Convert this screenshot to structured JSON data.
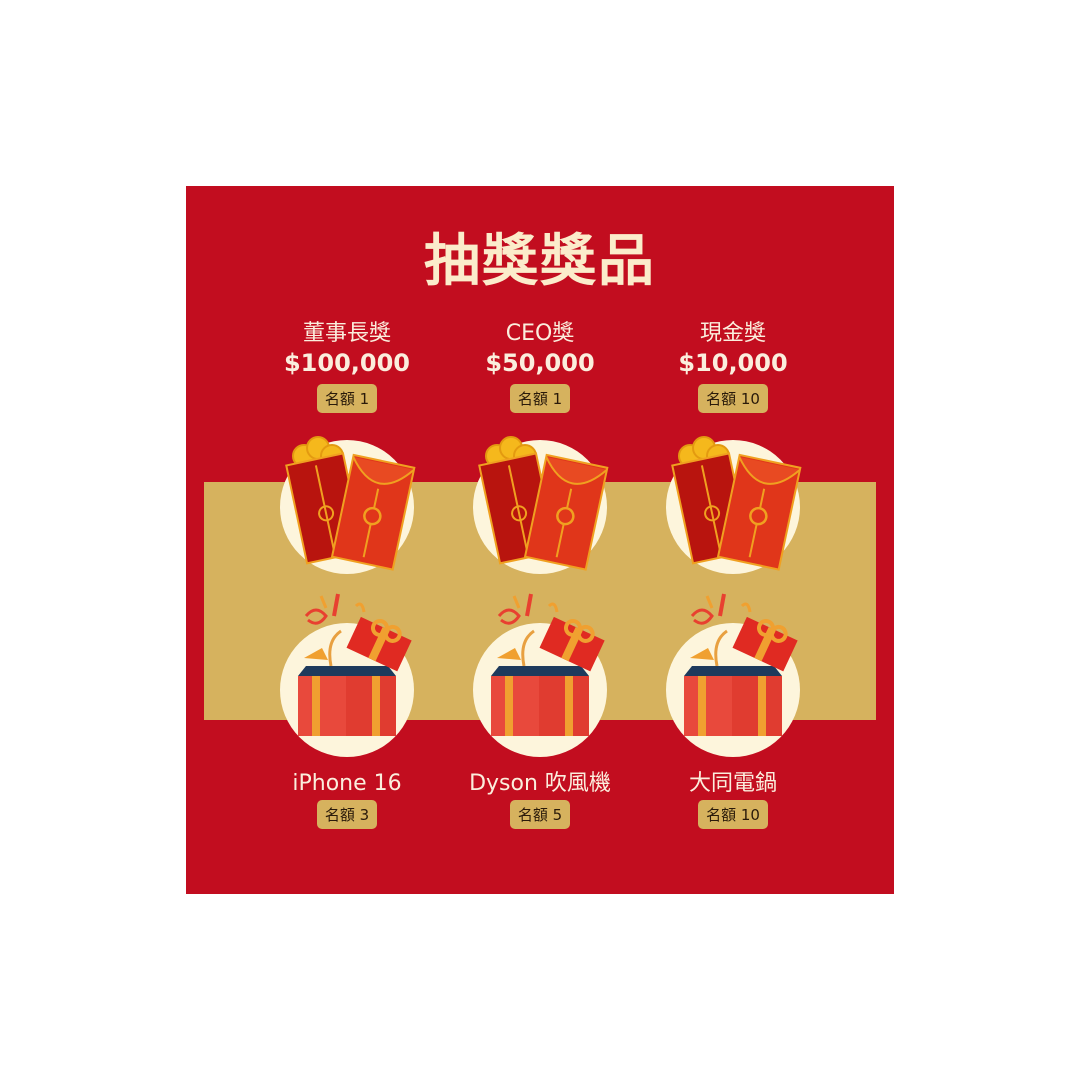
{
  "title": "抽獎獎品",
  "cash_prizes": [
    {
      "name": "董事長獎",
      "amount": "$100,000",
      "quota": "名額 1"
    },
    {
      "name": "CEO獎",
      "amount": "$50,000",
      "quota": "名額 1"
    },
    {
      "name": "現金獎",
      "amount": "$10,000",
      "quota": "名額 10"
    }
  ],
  "item_prizes": [
    {
      "name": "iPhone 16",
      "quota": "名額 3"
    },
    {
      "name": "Dyson 吹風機",
      "quota": "名額 5"
    },
    {
      "name": "大同電鍋",
      "quota": "名額 10"
    }
  ],
  "icons": {
    "cash": "red-envelope-icon",
    "item": "gift-box-icon"
  },
  "colors": {
    "red": "#c20d1f",
    "gold": "#d6b25e",
    "cream": "#fdf5dc"
  }
}
